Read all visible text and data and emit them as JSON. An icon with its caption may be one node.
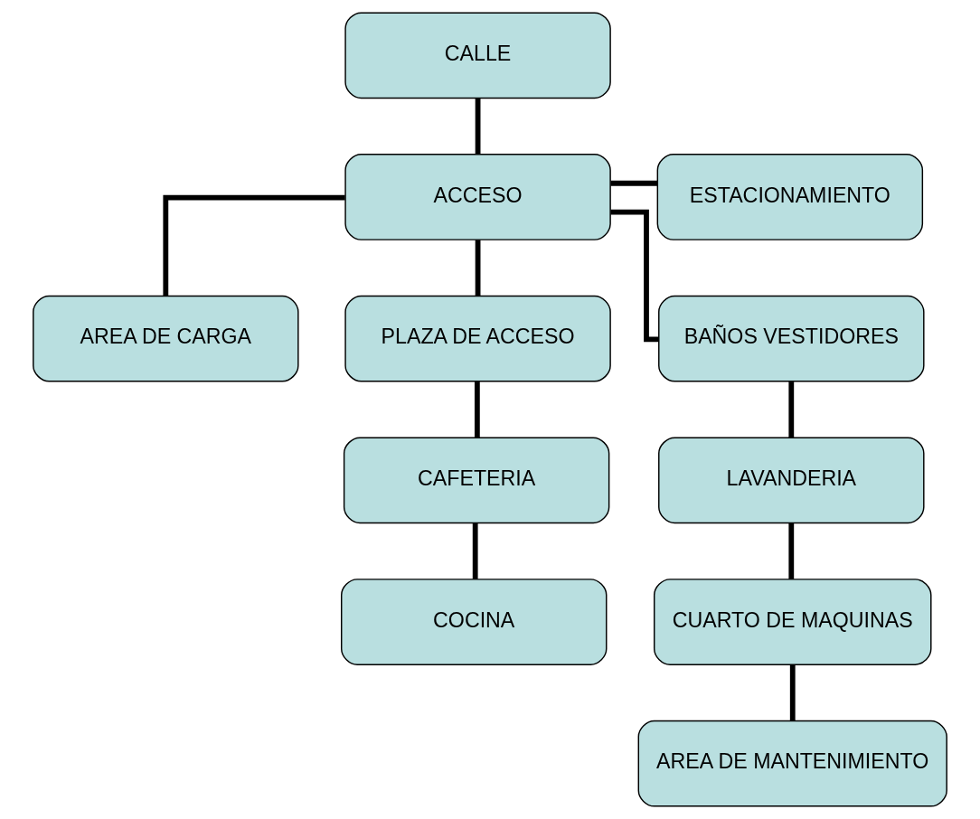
{
  "diagram": {
    "nodes": [
      {
        "text": [
          "CALLE"
        ]
      },
      {
        "text": [
          "ACCESO"
        ]
      },
      {
        "text": [
          "ESTACIONAMIENTO"
        ]
      },
      {
        "text": [
          "AREA DE CARGA"
        ]
      },
      {
        "text": [
          "PLAZA DE ACCESO"
        ]
      },
      {
        "text": [
          "BAÑOS VESTIDORES"
        ]
      },
      {
        "text": [
          "CAFETERIA"
        ]
      },
      {
        "text": [
          "LAVANDERIA"
        ]
      },
      {
        "text": [
          "COCINA"
        ]
      },
      {
        "text": [
          "CUARTO DE MAQUINAS"
        ]
      },
      {
        "text": [
          "AREA DE MANTENIMIENTO"
        ]
      }
    ],
    "edges": [
      {
        "from": 0,
        "to": 1,
        "arrow": "none"
      },
      {
        "from": 1,
        "to": 2,
        "arrow": "none"
      },
      {
        "from": 1,
        "to": 3,
        "arrow": "none"
      },
      {
        "from": 1,
        "to": 4,
        "arrow": "none"
      },
      {
        "from": 1,
        "to": 5,
        "arrow": "none"
      },
      {
        "from": 4,
        "to": 6,
        "arrow": "none"
      },
      {
        "from": 6,
        "to": 8,
        "arrow": "none"
      },
      {
        "from": 5,
        "to": 7,
        "arrow": "none"
      },
      {
        "from": 7,
        "to": 9,
        "arrow": "none"
      },
      {
        "from": 9,
        "to": 10,
        "arrow": "none"
      }
    ]
  }
}
